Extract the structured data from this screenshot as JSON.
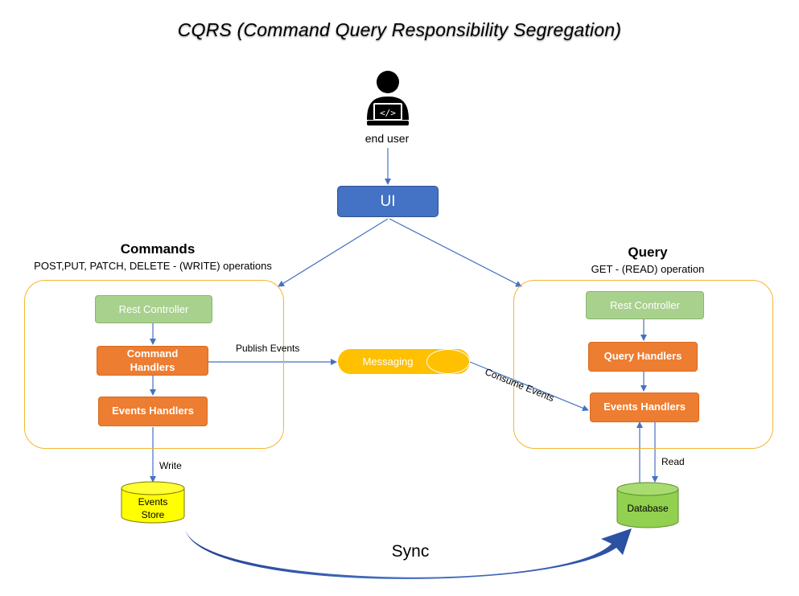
{
  "title": "CQRS (Command Query Responsibility Segregation)",
  "user": {
    "label": "end user",
    "icon": "developer-laptop-icon"
  },
  "ui": {
    "label": "UI"
  },
  "commands": {
    "title": "Commands",
    "subtitle": "POST,PUT, PATCH, DELETE - (WRITE) operations",
    "rest_controller": "Rest Controller",
    "command_handlers": "Command Handlers",
    "events_handlers": "Events Handlers"
  },
  "query": {
    "title": "Query",
    "subtitle": "GET - (READ) operation",
    "rest_controller": "Rest Controller",
    "query_handlers": "Query Handlers",
    "events_handlers": "Events Handlers"
  },
  "messaging": {
    "label": "Messaging"
  },
  "edges": {
    "publish": "Publish Events",
    "consume": "Consume Events",
    "write": "Write",
    "read": "Read"
  },
  "stores": {
    "events_store": "Events Store",
    "database": "Database"
  },
  "sync": {
    "label": "Sync"
  },
  "colors": {
    "ui": "#4472c4",
    "green": "#a9d18e",
    "orange": "#ed7d31",
    "messaging": "#ffc000",
    "events_store": "#ffff00",
    "database": "#92d050",
    "group_border": "#f2b632",
    "arrow": "#4472c4"
  }
}
